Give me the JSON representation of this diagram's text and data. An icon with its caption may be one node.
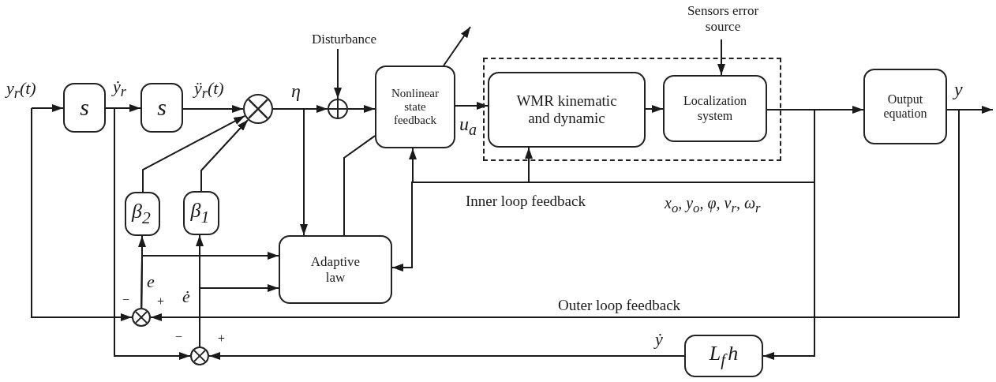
{
  "diagram": {
    "nodes": [
      {
        "text": [
          "s"
        ]
      },
      {
        "text": [
          "s"
        ]
      },
      {
        "text": [],
        "shape": "circle"
      },
      {
        "text": [],
        "shape": "circle"
      },
      {
        "text": [
          "Nonlinear state feedback"
        ]
      },
      {
        "text": [],
        "shape": "box"
      },
      {
        "text": [
          "WMR kinematic and dynamic"
        ],
        "in": 5
      },
      {
        "text": [
          "Localization system"
        ],
        "in": 5
      },
      {
        "text": [
          "Output equation"
        ]
      },
      {
        "text": [
          "β$_{2}$"
        ]
      },
      {
        "text": [
          "β$_{1}$"
        ]
      },
      {
        "text": [
          "Adaptive law"
        ]
      },
      {
        "text": [],
        "shape": "circle"
      },
      {
        "text": [],
        "shape": "circle"
      },
      {
        "text": [
          "L$_{f}$h"
        ]
      },
      {
        "text": [
          "Disturbance"
        ]
      },
      {
        "text": [
          "Sensors error source"
        ]
      }
    ],
    "edges": [
      {
        "from": null,
        "to": 0,
        "arrow": "to"
      },
      {
        "from": 0,
        "to": 1,
        "arrow": "to"
      },
      {
        "from": 1,
        "to": 2,
        "arrow": "to"
      },
      {
        "from": 2,
        "to": 3,
        "arrow": "to"
      },
      {
        "from": 3,
        "to": 4,
        "arrow": "to"
      },
      {
        "from": 15,
        "to": 3,
        "arrow": "to"
      },
      {
        "from": 4,
        "to": null,
        "arrow": "to"
      },
      {
        "from": 4,
        "to": 6,
        "arrow": "to"
      },
      {
        "from": 6,
        "to": 7,
        "arrow": "to"
      },
      {
        "from": 16,
        "to": 7,
        "arrow": "to"
      },
      {
        "from": 7,
        "to": 8,
        "arrow": "to"
      },
      {
        "from": 8,
        "to": null,
        "arrow": "to"
      },
      {
        "from": 9,
        "to": 2,
        "arrow": "to"
      },
      {
        "from": 10,
        "to": 2,
        "arrow": "to"
      },
      {
        "from": 2,
        "to": 11,
        "arrow": "to"
      },
      {
        "from": 11,
        "to": 4,
        "arrow": "none"
      },
      {
        "from": 7,
        "to": 4,
        "arrow": "to"
      },
      {
        "from": 7,
        "to": 6,
        "arrow": "to"
      },
      {
        "from": 7,
        "to": 11,
        "arrow": "to"
      },
      {
        "from": 7,
        "to": 14,
        "arrow": "to"
      },
      {
        "from": 8,
        "to": 12,
        "arrow": "to"
      },
      {
        "from": null,
        "to": 12,
        "arrow": "to"
      },
      {
        "from": 0,
        "to": 13,
        "arrow": "to"
      },
      {
        "from": 14,
        "to": 13,
        "arrow": "to"
      },
      {
        "from": 12,
        "to": 9,
        "arrow": "to"
      },
      {
        "from": 12,
        "to": 11,
        "arrow": "to"
      },
      {
        "from": 13,
        "to": 10,
        "arrow": "to"
      },
      {
        "from": 13,
        "to": 11,
        "arrow": "to"
      }
    ],
    "labels": [
      "y$_{r}$(t)",
      "ẏ$_{r}$",
      "ÿ$_{r}$(t)",
      "η",
      "u$_{a}$",
      "y",
      "Inner loop feedback",
      "x$_{o}$, y$_{o}$, φ, v$_{r}$, ω$_{r}$",
      "e",
      "ė",
      "Outer loop feedback",
      "−",
      "+",
      "−",
      "+",
      "ẏ"
    ]
  }
}
